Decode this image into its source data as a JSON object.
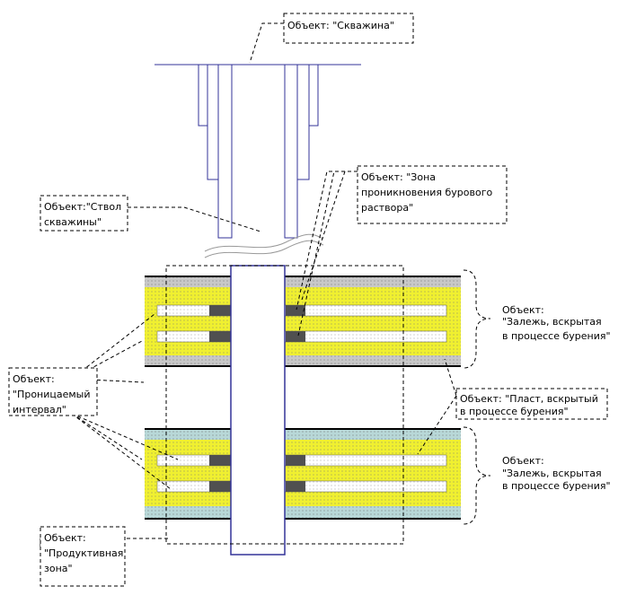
{
  "labels": {
    "well": [
      "Объект: \"Скважина\""
    ],
    "wellbore": [
      "Объект:\"Ствол",
      "скважины\""
    ],
    "mud_zone": [
      "Объект: \"Зона",
      "проникновения бурового",
      "раствора\""
    ],
    "deposit_top": [
      "Объект:",
      "\"Залежь, вскрытая",
      "в процессе бурения\""
    ],
    "permeable": [
      "Объект:",
      "\"Проницаемый",
      "интервал\""
    ],
    "layer": [
      "Объект: \"Пласт, вскрытый",
      "в процессе бурения\""
    ],
    "deposit_bottom": [
      "Объект:",
      "\"Залежь, вскрытая",
      "в процессе бурения\""
    ],
    "productive": [
      "Объект:",
      "\"Продуктивная",
      "зона\""
    ]
  },
  "colors": {
    "casing": "#333399",
    "yellow": "#f0f030",
    "white_band": "#ffffff",
    "mud_plug": "#505050",
    "top_band_upper": "#c8c8c8",
    "top_band_lower": "#b8d8d8",
    "outline": "#000000"
  }
}
